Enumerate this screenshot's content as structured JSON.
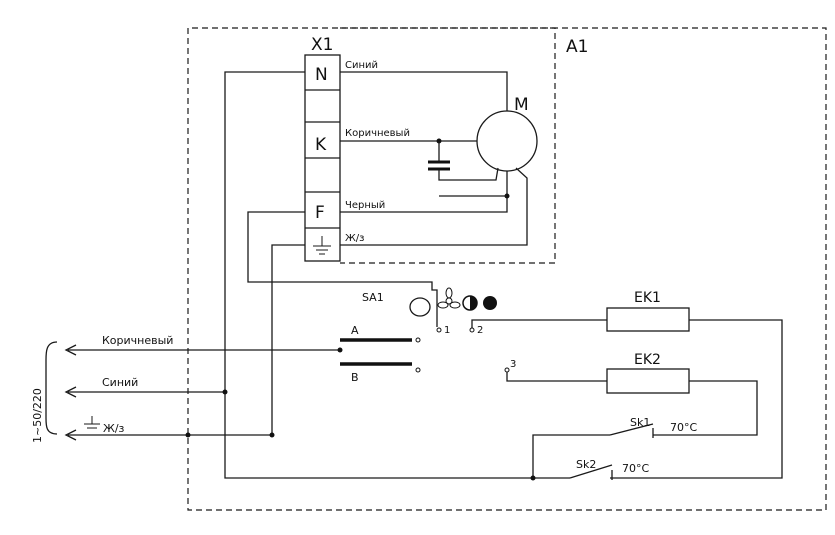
{
  "blocks": {
    "a1": "A1",
    "x1": "X1"
  },
  "terminals": {
    "n": "N",
    "k": "K",
    "f": "F"
  },
  "motor": {
    "label": "M"
  },
  "wires": {
    "blue": "Синий",
    "brown": "Коричневый",
    "black": "Черный",
    "earth": "Ж/з"
  },
  "switch": {
    "label": "SA1",
    "contact_a": "A",
    "contact_b": "B",
    "pos1": "1",
    "pos2": "2",
    "pos3": "3"
  },
  "heaters": {
    "ek1": "EK1",
    "ek2": "EK2"
  },
  "thermostats": {
    "sk1": "Sk1",
    "sk1_temp": "70°C",
    "sk2": "Sk2",
    "sk2_temp": "70°C"
  },
  "supply": {
    "label": "1~50/220",
    "brown": "Коричневый",
    "blue": "Синий",
    "earth": "Ж/з"
  },
  "icons": [
    "fan-icon",
    "half-power-icon",
    "full-power-icon",
    "ground-icon",
    "capacitor-icon"
  ],
  "colors": {
    "line": "#1a1a1a",
    "background": "#ffffff"
  }
}
